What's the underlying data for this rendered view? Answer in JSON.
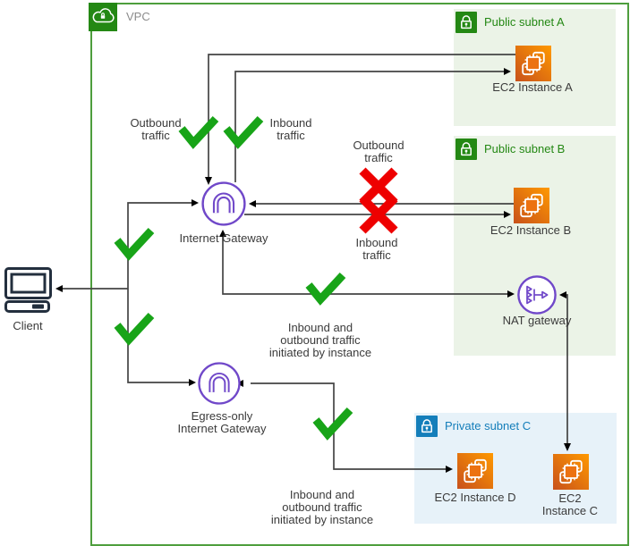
{
  "diagram": {
    "vpc_label": "VPC",
    "subnets": {
      "a": {
        "label": "Public subnet A"
      },
      "b": {
        "label": "Public subnet B"
      },
      "c": {
        "label": "Private subnet C"
      }
    },
    "nodes": {
      "ec2_a": "EC2 Instance A",
      "ec2_b": "EC2 Instance B",
      "ec2_c": "EC2 Instance C",
      "ec2_d": "EC2 Instance D",
      "igw": "Internet Gateway",
      "eigw": "Egress-only\nInternet Gateway",
      "nat": "NAT gateway",
      "client": "Client"
    },
    "annotations": {
      "outbound_top": "Outbound\ntraffic",
      "inbound_top": "Inbound\ntraffic",
      "outbound_blocked": "Outbound\ntraffic",
      "inbound_blocked": "Inbound\ntraffic",
      "nat_flow": "Inbound and\noutbound traffic\ninitiated by instance",
      "eigw_flow": "Inbound and\noutbound traffic\ninitiated by instance"
    },
    "colors": {
      "green": "#248814",
      "subnet_green_bg": "#EBF3E7",
      "blue": "#147EBA",
      "subnet_blue_bg": "#E7F2F9",
      "purple": "#7048C9",
      "orange_start": "#C8511B",
      "orange_end": "#FF9900",
      "check_green": "#18A418",
      "cross_red": "#EE0000",
      "line": "#444444",
      "vpc_border": "#4E9E3D",
      "vpc_label": "#8C8C8C",
      "client_dark": "#232F3E"
    }
  }
}
